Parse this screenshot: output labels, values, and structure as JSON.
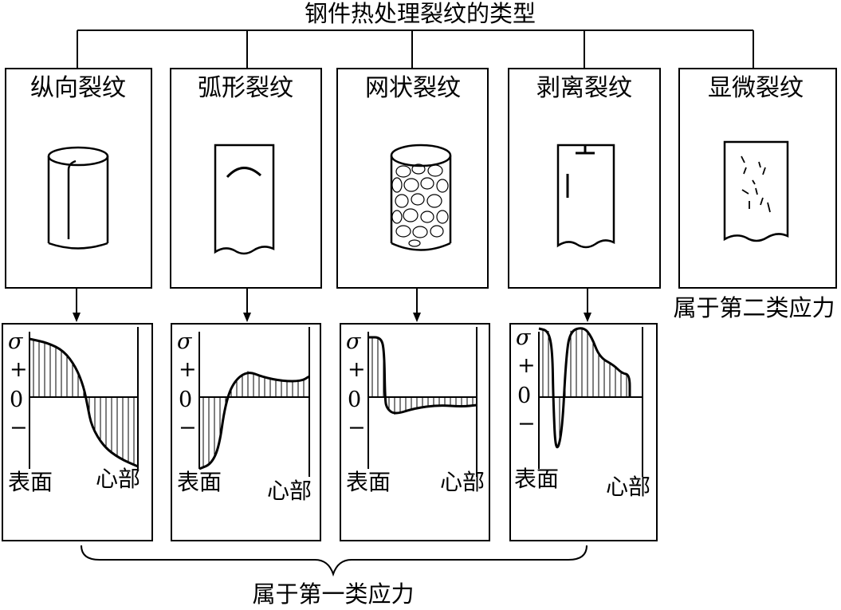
{
  "title": "钢件热处理裂纹的类型",
  "crack_types": [
    {
      "label": "纵向裂纹"
    },
    {
      "label": "弧形裂纹"
    },
    {
      "label": "网状裂纹"
    },
    {
      "label": "剥离裂纹"
    },
    {
      "label": "显微裂纹"
    }
  ],
  "stress_axis": {
    "sigma": "σ",
    "plus": "+",
    "zero": "0",
    "minus": "−",
    "surface": "表面",
    "core": "心部"
  },
  "notes": {
    "second_class": "属于第二类应力",
    "first_class": "属于第一类应力"
  }
}
